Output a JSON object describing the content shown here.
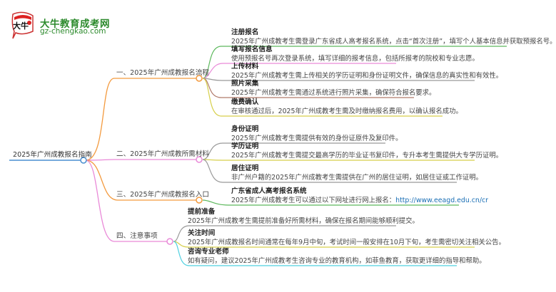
{
  "logo": {
    "title": "大牛教育成考网",
    "url": "gz-chengkao.com",
    "badge_text": "大牛"
  },
  "colors": {
    "root_line": "#4a8fd0",
    "branch1": "#f39a3e",
    "branch2": "#e98ad8",
    "branch3": "#f39a3e",
    "branch4": "#e98ad8",
    "green": "#5cb85c",
    "pink": "#e98ad8",
    "gray": "#999999",
    "brown": "#b07a6a",
    "yellow": "#d6cf4a",
    "cyan": "#4fd0e0",
    "link": "#1a6fb5"
  },
  "root": {
    "label": "2025年广州成教报名指南"
  },
  "branches": [
    {
      "label": "一、2025年广州成教报名流程",
      "children": [
        {
          "title": "注册报名",
          "text": "2025年广州成教考生需登录广东省成人高考报名系统，点击“首次注册”，填写个人基本信息并获取预报名号。"
        },
        {
          "title": "填写报名信息",
          "text": "使用预报名号再次登录系统，填写详细的报考信息，包括所报考的院校和专业志愿。"
        },
        {
          "title": "上传材料",
          "text": "2025年广州成教考生需上传相关的学历证明和身份证明文件，确保信息的真实性和有效性。"
        },
        {
          "title": "照片采集",
          "text": "2025年广州成教考生需通过系统进行照片采集，确保符合报名要求。"
        },
        {
          "title": "缴费确认",
          "text": "在审核通过后，2025年广州成教考生需及时缴纳报名费用，以确认报名成功。"
        }
      ]
    },
    {
      "label": "二、2025年广州成教所需材料",
      "children": [
        {
          "title": "身份证明",
          "text": "2025年广州成教考生需提供有效的身份证原件及复印件。"
        },
        {
          "title": "学历证明",
          "text": "2025年广州成教考生需提交最高学历的毕业证书复印件，专升本考生需提供大专学历证明。"
        },
        {
          "title": "居住证明",
          "text": "非广州户籍的2025年广州成教考生需提供在广州的居住证明，如居住证或工作证明。"
        }
      ]
    },
    {
      "label": "三、2025年广州成教报名入口",
      "children": [
        {
          "title": "广东省成人高考报名系统",
          "text": "2025年广州成教考生可以通过以下网址进行网上报名：",
          "link": "http://www.eeagd.edu.cn/cr"
        }
      ]
    },
    {
      "label": "四、注意事项",
      "children": [
        {
          "title": "提前准备",
          "text": "2025年广州成教考生需提前准备好所需材料，确保在报名期间能够顺利提交。"
        },
        {
          "title": "关注时间",
          "text": "2025年广州成教报名时间通常在每年9月中旬，考试时间一般安排在10月下旬，考生需密切关注相关公告。"
        },
        {
          "title": "咨询专业老师",
          "text": "如有疑问，建议2025年广州成教考生咨询专业的教育机构，如菲鱼教育，获取更详细的指导和帮助。"
        }
      ]
    }
  ]
}
